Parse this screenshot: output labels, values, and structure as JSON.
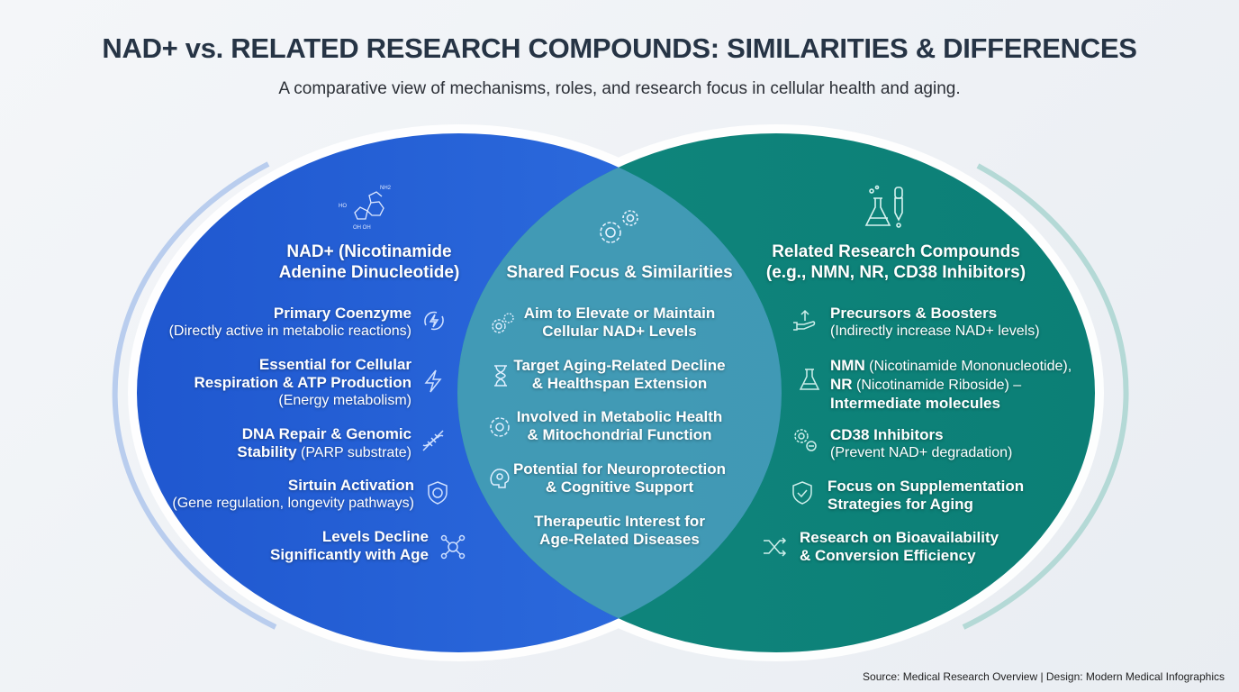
{
  "title": "NAD+ vs. RELATED RESEARCH COMPOUNDS: SIMILARITIES & DIFFERENCES",
  "subtitle": "A comparative view of mechanisms, roles, and research focus in cellular health and aging.",
  "colors": {
    "left": "#2563d6",
    "right": "#0e8a80",
    "overlap": "#3b8db4"
  },
  "left": {
    "heading1": "NAD+ (Nicotinamide",
    "heading2": "Adenine Dinucleotide)",
    "molecule_labels": {
      "ho": "HO",
      "nh2": "NH2",
      "ohoh": "OH OH"
    },
    "items": [
      {
        "l1": "Primary Coenzyme",
        "l2": "(Directly active in metabolic reactions)",
        "icon": "cycle-bolt-icon"
      },
      {
        "l1": "Essential for Cellular",
        "l2": "Respiration & ATP Production",
        "l3": "(Energy metabolism)",
        "icon": "bolt-icon"
      },
      {
        "l1": "DNA Repair & Genomic",
        "l2b": "Stability",
        "l2": " (PARP substrate)",
        "icon": "dna-icon"
      },
      {
        "l1": "Sirtuin Activation",
        "l2": "(Gene regulation, longevity pathways)",
        "icon": "shield-icon"
      },
      {
        "l1": "Levels Decline",
        "l2": "Significantly with Age",
        "icon": "network-icon"
      }
    ]
  },
  "center": {
    "heading": "Shared Focus & Similarities",
    "items": [
      {
        "l1": "Aim to Elevate or Maintain",
        "l2": "Cellular NAD+ Levels",
        "icon": "gears-icon"
      },
      {
        "l1": "Target Aging-Related Decline",
        "l2": "& Healthspan Extension",
        "icon": "hourglass-icon"
      },
      {
        "l1": "Involved in Metabolic Health",
        "l2": "& Mitochondrial Function",
        "icon": "gear-icon"
      },
      {
        "l1": "Potential for Neuroprotection",
        "l2": "& Cognitive Support",
        "icon": "brain-icon"
      },
      {
        "l1": "Therapeutic Interest for",
        "l2": "Age-Related Diseases"
      }
    ]
  },
  "right": {
    "heading1": "Related Research Compounds",
    "heading2": "(e.g., NMN, NR, CD38 Inhibitors)",
    "items": [
      {
        "l1": "Precursors & Boosters",
        "l2": "(Indirectly increase NAD+ levels)",
        "icon": "hand-arrow-icon"
      },
      {
        "a": "NMN",
        "b": " (Nicotinamide Mononucleotide),",
        "c": "NR",
        "d": " (Nicotinamide Riboside) –",
        "e": "Intermediate molecules",
        "icon": "flask-icon"
      },
      {
        "l1": "CD38 Inhibitors",
        "l2": "(Prevent NAD+ degradation)",
        "icon": "gear-minus-icon"
      },
      {
        "l1": "Focus on Supplementation",
        "l2": "Strategies for Aging",
        "icon": "shield-check-icon"
      },
      {
        "l1": "Research on Bioavailability",
        "l2": "& Conversion Efficiency",
        "icon": "shuffle-icon"
      }
    ]
  },
  "source": "Source: Medical Research Overview | Design: Modern Medical Infographics"
}
